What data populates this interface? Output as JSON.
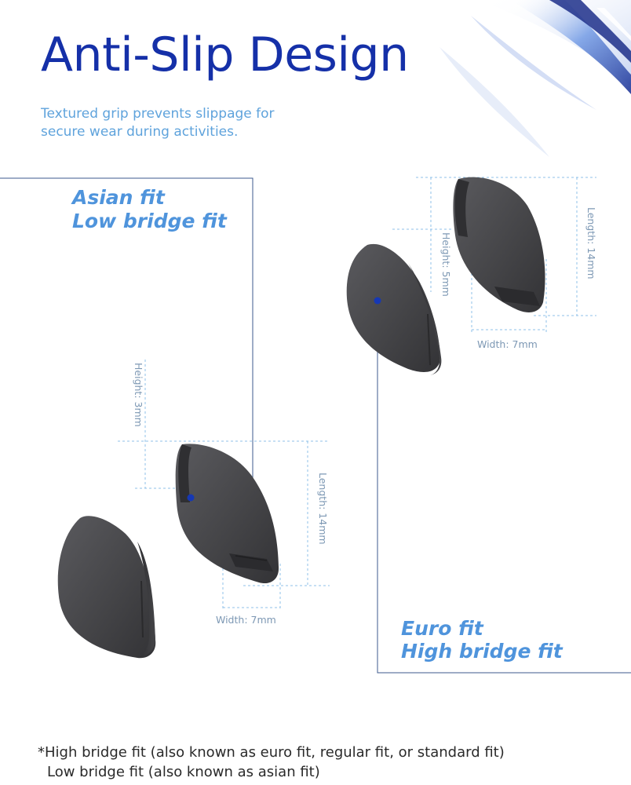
{
  "header": {
    "title": "Anti-Slip Design",
    "subtitle_line1": "Textured grip prevents slippage for",
    "subtitle_line2": "secure wear during activities."
  },
  "asian_fit": {
    "label_line1": "Asian fit",
    "label_line2": "Low bridge fit",
    "height_label": "Height: 3mm",
    "length_label": "Length: 14mm",
    "width_label": "Width: 7mm"
  },
  "euro_fit": {
    "label_line1": "Euro fit",
    "label_line2": "High bridge fit",
    "height_label": "Height: 5mm",
    "length_label": "Length: 14mm",
    "width_label": "Width: 7mm"
  },
  "footnote": {
    "line1": "*High bridge fit (also known as euro fit, regular fit, or standard fit)",
    "line2": "Low bridge fit (also known as asian fit)"
  },
  "colors": {
    "title": "#1530a8",
    "subtitle": "#5fa3dc",
    "fit_label": "#4f94dc",
    "frame_line": "#3c5a8c",
    "dim_line": "#8fc0e8",
    "pad": "#4a4a4d",
    "marker_dot": "#1638b4"
  }
}
